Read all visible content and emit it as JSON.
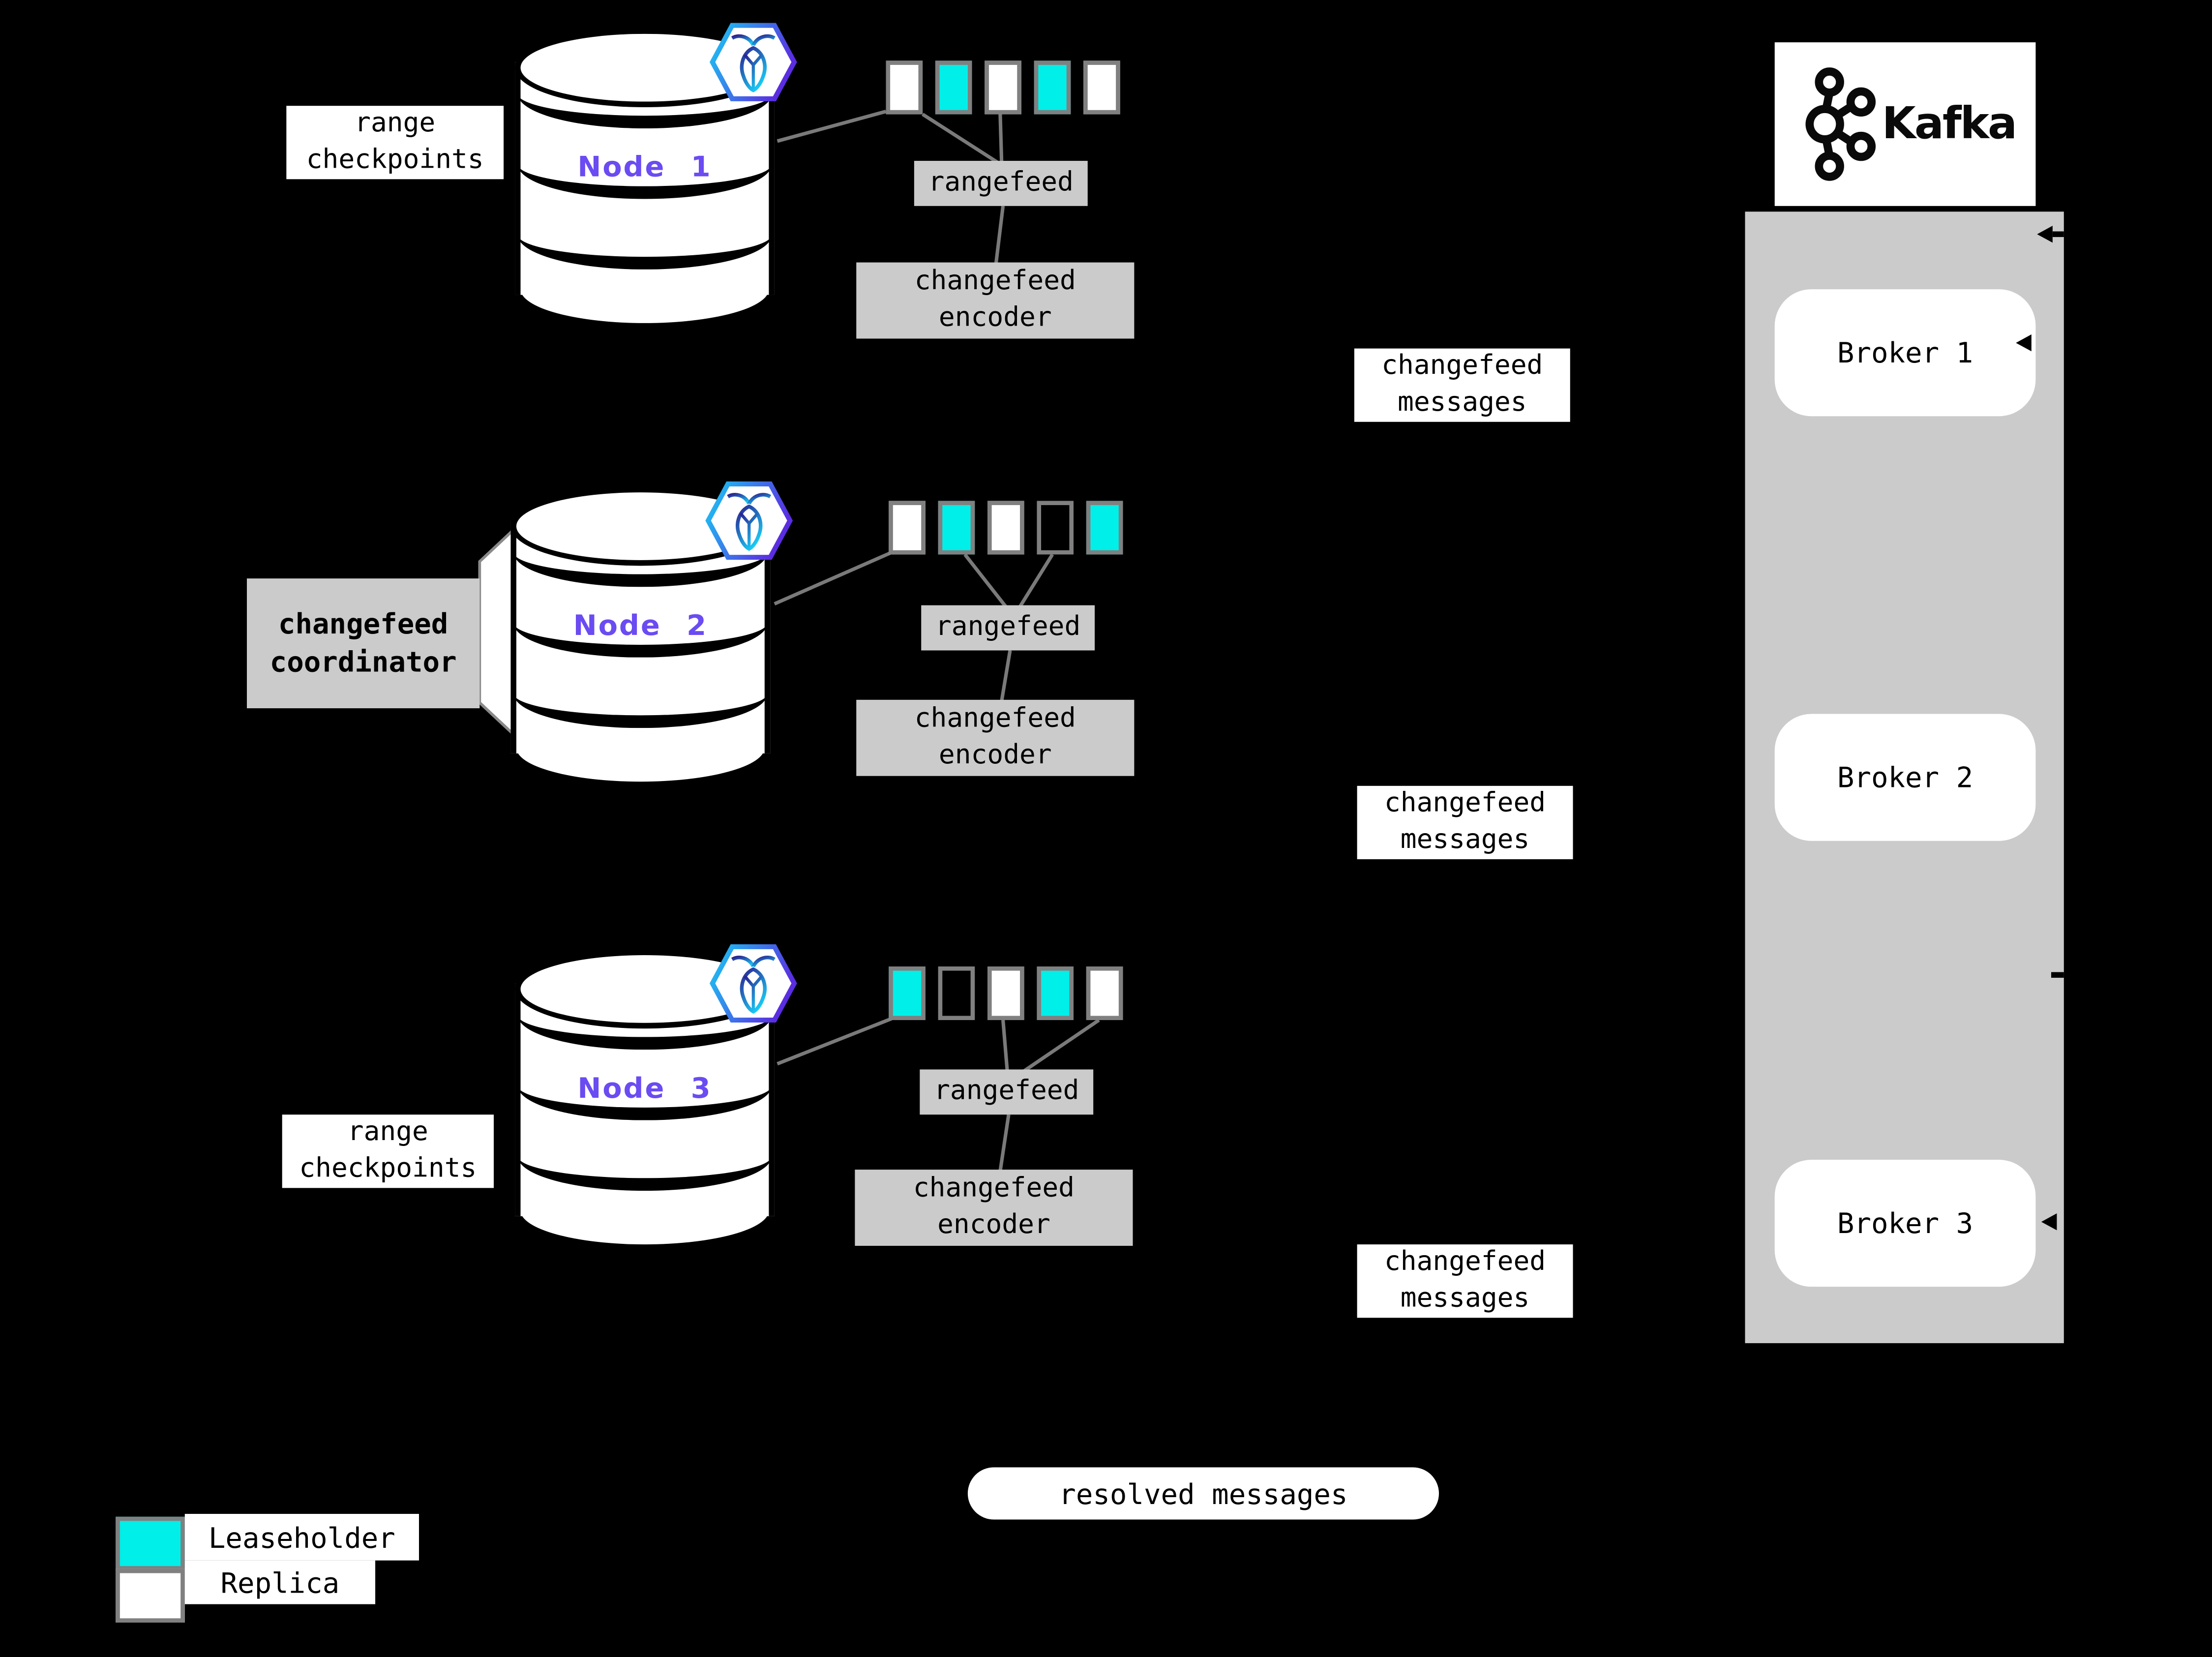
{
  "colors": {
    "background": "#000000",
    "leaseholder": "#00efe8",
    "replica": "#ffffff",
    "panel_gray": "#cbcbcb",
    "box_gray": "#cbcbcb",
    "connector_gray": "#7a7a7a",
    "node_label_purple": "#6b4bf2",
    "cell_border_gray": "#808080"
  },
  "nodes": [
    {
      "label": "Node 1",
      "ranges": [
        "replica",
        "leaseholder",
        "replica",
        "leaseholder",
        "replica"
      ],
      "rangefeed_label": "rangefeed",
      "encoder_label": "changefeed encoder",
      "messages_label": "changefeed messages"
    },
    {
      "label": "Node 2",
      "ranges": [
        "replica",
        "leaseholder",
        "replica",
        "empty",
        "leaseholder"
      ],
      "rangefeed_label": "rangefeed",
      "encoder_label": "changefeed encoder",
      "messages_label": "changefeed messages"
    },
    {
      "label": "Node 3",
      "ranges": [
        "leaseholder",
        "empty",
        "replica",
        "leaseholder",
        "replica"
      ],
      "rangefeed_label": "rangefeed",
      "encoder_label": "changefeed encoder",
      "messages_label": "changefeed messages"
    }
  ],
  "annotations": {
    "range_checkpoints_top": "range checkpoints",
    "range_checkpoints_bottom": "range checkpoints",
    "changefeed_coordinator": "changefeed coordinator",
    "resolved_messages": "resolved messages"
  },
  "kafka": {
    "wordmark": "Kafka",
    "brokers": [
      {
        "label": "Broker 1"
      },
      {
        "label": "Broker 2"
      },
      {
        "label": "Broker 3"
      }
    ]
  },
  "legend": {
    "items": [
      {
        "label": "Leaseholder",
        "color": "#00efe8"
      },
      {
        "label": "Replica",
        "color": "#ffffff"
      }
    ]
  }
}
